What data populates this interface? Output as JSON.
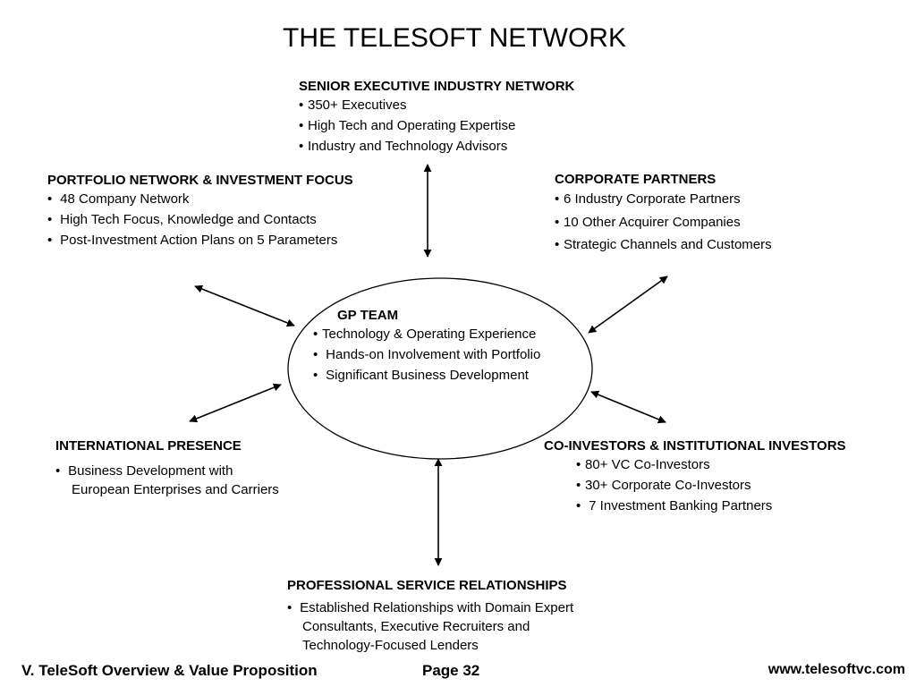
{
  "title": "THE TELESOFT NETWORK",
  "senior": {
    "heading": "SENIOR EXECUTIVE INDUSTRY NETWORK",
    "items": [
      "350+ Executives",
      "High Tech and Operating Expertise",
      "Industry and Technology Advisors"
    ]
  },
  "portfolio": {
    "heading": "PORTFOLIO NETWORK & INVESTMENT FOCUS",
    "items": [
      "48 Company Network",
      "High Tech Focus, Knowledge and Contacts",
      "Post-Investment Action Plans on 5 Parameters"
    ]
  },
  "corporate": {
    "heading": "CORPORATE PARTNERS",
    "items": [
      "6 Industry Corporate Partners",
      "10 Other Acquirer Companies",
      "Strategic Channels and Customers"
    ]
  },
  "gp": {
    "heading": "GP TEAM",
    "items": [
      "Technology & Operating Experience",
      "Hands-on Involvement with Portfolio",
      "Significant Business Development"
    ]
  },
  "international": {
    "heading": "INTERNATIONAL PRESENCE",
    "items": [
      {
        "line1": "Business Development with",
        "line2": "European Enterprises and Carriers"
      }
    ]
  },
  "coinvestors": {
    "heading": "CO-INVESTORS & INSTITUTIONAL INVESTORS",
    "items": [
      "80+ VC Co-Investors",
      "30+ Corporate Co-Investors",
      "7 Investment Banking Partners"
    ]
  },
  "professional": {
    "heading": "PROFESSIONAL SERVICE RELATIONSHIPS",
    "items": [
      {
        "line1": "Established Relationships with Domain Expert",
        "line2": "Consultants, Executive Recruiters and",
        "line3": "Technology-Focused Lenders"
      }
    ]
  },
  "footer": {
    "section": "V.  TeleSoft Overview & Value Proposition",
    "page": "Page 32",
    "url": "www.telesoftvc.com"
  },
  "bullet_glyph": "•"
}
